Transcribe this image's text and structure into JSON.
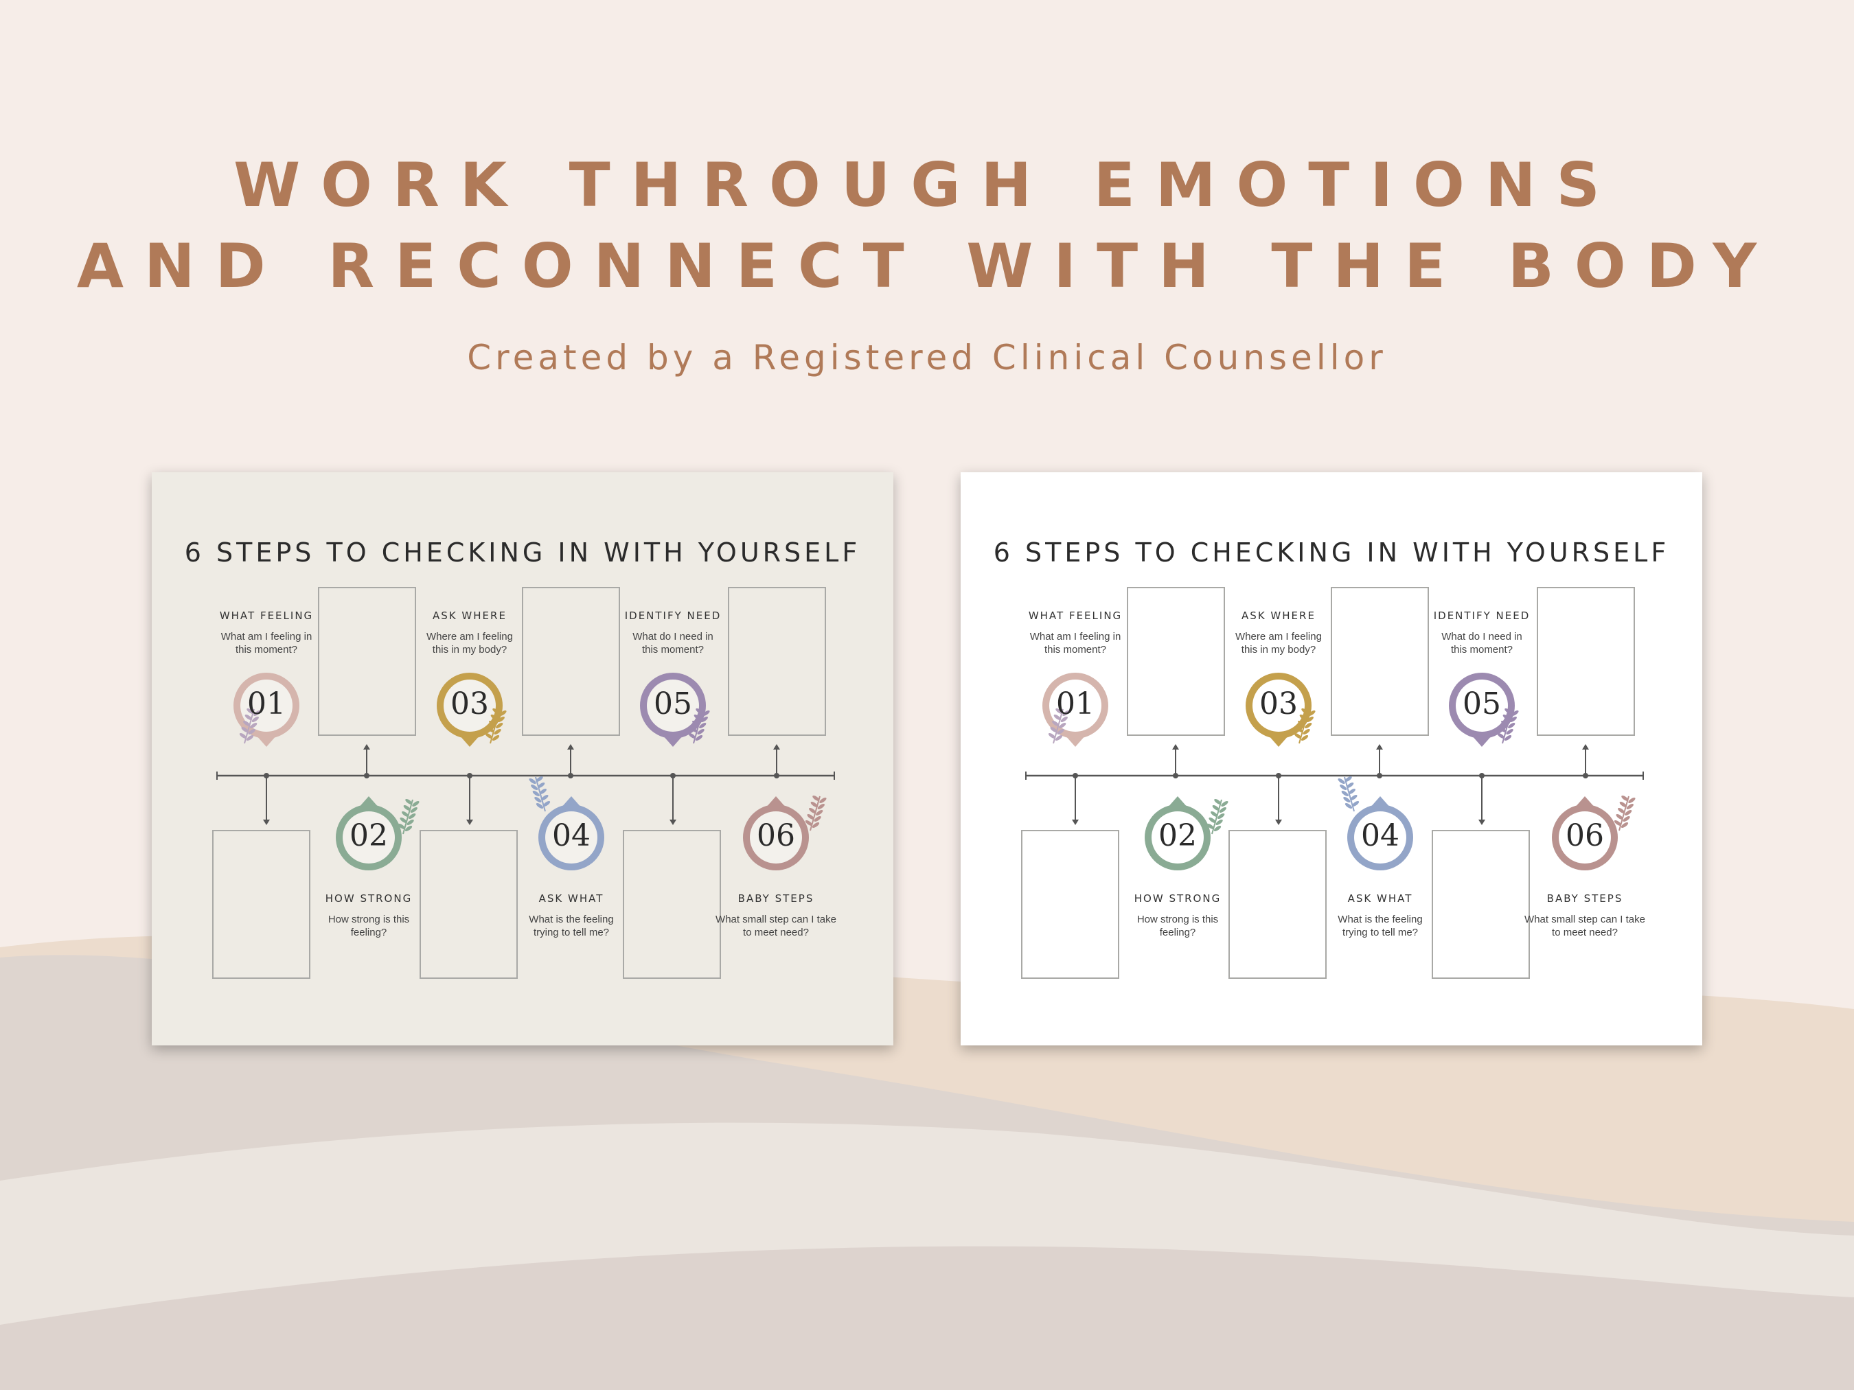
{
  "header": {
    "line1": "WORK THROUGH EMOTIONS",
    "line2": "AND RECONNECT WITH THE BODY",
    "subtitle": "Created by a Registered Clinical Counsellor"
  },
  "colors": {
    "background": "#f6ede8",
    "heading": "#b07a58",
    "left_sheet": "#eeebe4",
    "right_sheet": "#ffffff",
    "step_01": "#d5b5ad",
    "step_02": "#8aab94",
    "step_03": "#c4a04c",
    "step_04": "#93a5c8",
    "step_05": "#9c8ab0",
    "step_06": "#b9928f"
  },
  "worksheets": [
    {
      "variant": "beige",
      "title": "6 STEPS TO CHECKING IN WITH YOURSELF",
      "steps": [
        {
          "number": "01",
          "heading": "WHAT FEELING",
          "desc_1": "What am I feeling in",
          "desc_2": "this moment?"
        },
        {
          "number": "02",
          "heading": "HOW STRONG",
          "desc_1": "How strong is this",
          "desc_2": "feeling?"
        },
        {
          "number": "03",
          "heading": "ASK WHERE",
          "desc_1": "Where am I feeling",
          "desc_2": "this in my body?"
        },
        {
          "number": "04",
          "heading": "ASK WHAT",
          "desc_1": "What is the feeling",
          "desc_2": "trying to tell me?"
        },
        {
          "number": "05",
          "heading": "IDENTIFY NEED",
          "desc_1": "What do I need in",
          "desc_2": "this moment?"
        },
        {
          "number": "06",
          "heading": "BABY STEPS",
          "desc_1": "What small step can I take",
          "desc_2": "to meet need?"
        }
      ]
    },
    {
      "variant": "white",
      "title": "6 STEPS TO CHECKING IN WITH YOURSELF",
      "steps": [
        {
          "number": "01",
          "heading": "WHAT FEELING",
          "desc_1": "What am I feeling in",
          "desc_2": "this moment?"
        },
        {
          "number": "02",
          "heading": "HOW STRONG",
          "desc_1": "How strong is this",
          "desc_2": "feeling?"
        },
        {
          "number": "03",
          "heading": "ASK WHERE",
          "desc_1": "Where am I feeling",
          "desc_2": "this in my body?"
        },
        {
          "number": "04",
          "heading": "ASK WHAT",
          "desc_1": "What is the feeling",
          "desc_2": "trying to tell me?"
        },
        {
          "number": "05",
          "heading": "IDENTIFY NEED",
          "desc_1": "What do I need in",
          "desc_2": "this moment?"
        },
        {
          "number": "06",
          "heading": "BABY STEPS",
          "desc_1": "What small step can I take",
          "desc_2": "to meet need?"
        }
      ]
    }
  ]
}
